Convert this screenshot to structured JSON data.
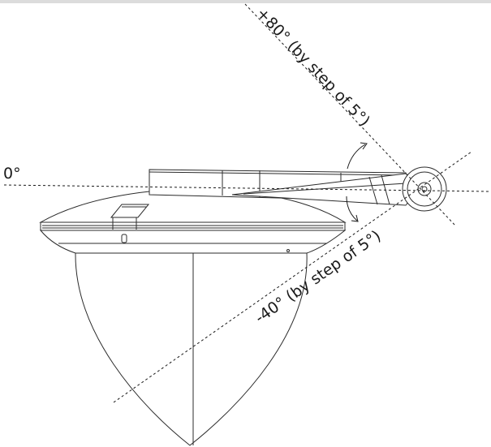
{
  "labels": {
    "zero": "0°",
    "up_limit": "+80° (by step of 5°)",
    "down_limit": "-40° (by step of 5°)"
  },
  "colors": {
    "line": "#1a1a1a",
    "outline": "#2b2b2b",
    "background": "#ffffff",
    "top_band": "#dcdcdc"
  }
}
